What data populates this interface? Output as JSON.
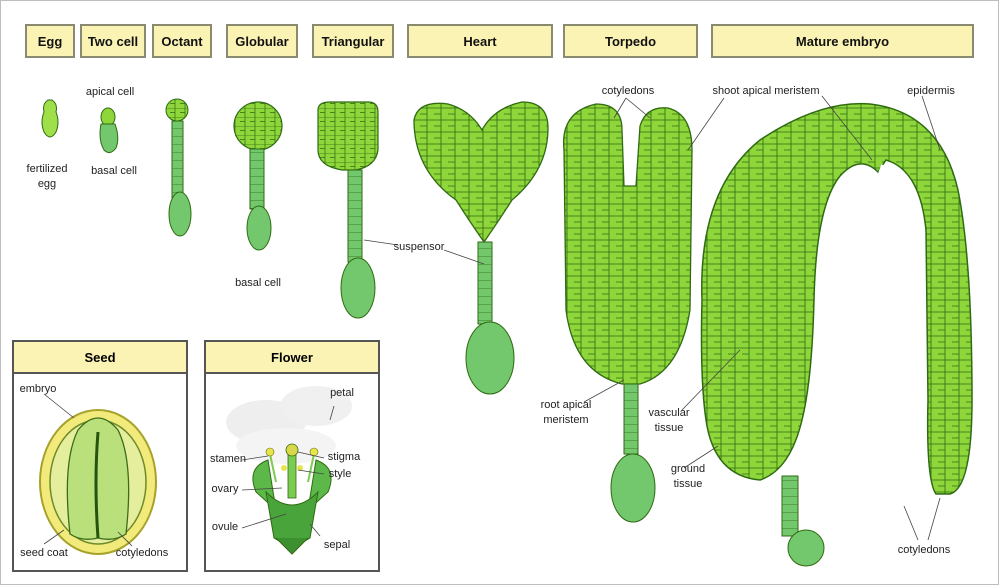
{
  "stages": [
    "Egg",
    "Two cell",
    "Octant",
    "Globular",
    "Triangular",
    "Heart",
    "Torpedo",
    "Mature embryo"
  ],
  "labels": {
    "fertilized_egg": "fertilized egg",
    "apical_cell": "apical cell",
    "basal_cell_two": "basal cell",
    "basal_cell_globular": "basal cell",
    "suspensor": "suspensor",
    "cotyledons_torpedo": "cotyledons",
    "shoot_apical_meristem": "shoot apical meristem",
    "epidermis": "epidermis",
    "root_apical_meristem": "root apical meristem",
    "vascular_tissue": "vascular tissue",
    "ground_tissue": "ground tissue",
    "cotyledons_mature": "cotyledons"
  },
  "seed_box": {
    "title": "Seed",
    "embryo": "embryo",
    "seed_coat": "seed coat",
    "cotyledons": "cotyledons"
  },
  "flower_box": {
    "title": "Flower",
    "petal": "petal",
    "stamen": "stamen",
    "stigma": "stigma",
    "style": "style",
    "ovary": "ovary",
    "ovule": "ovule",
    "sepal": "sepal"
  },
  "colors": {
    "cell_fill": "#8fd63a",
    "cell_stroke": "#2f6b12",
    "suspensor_fill": "#73c76c",
    "label_bg": "#fbf3b4"
  }
}
